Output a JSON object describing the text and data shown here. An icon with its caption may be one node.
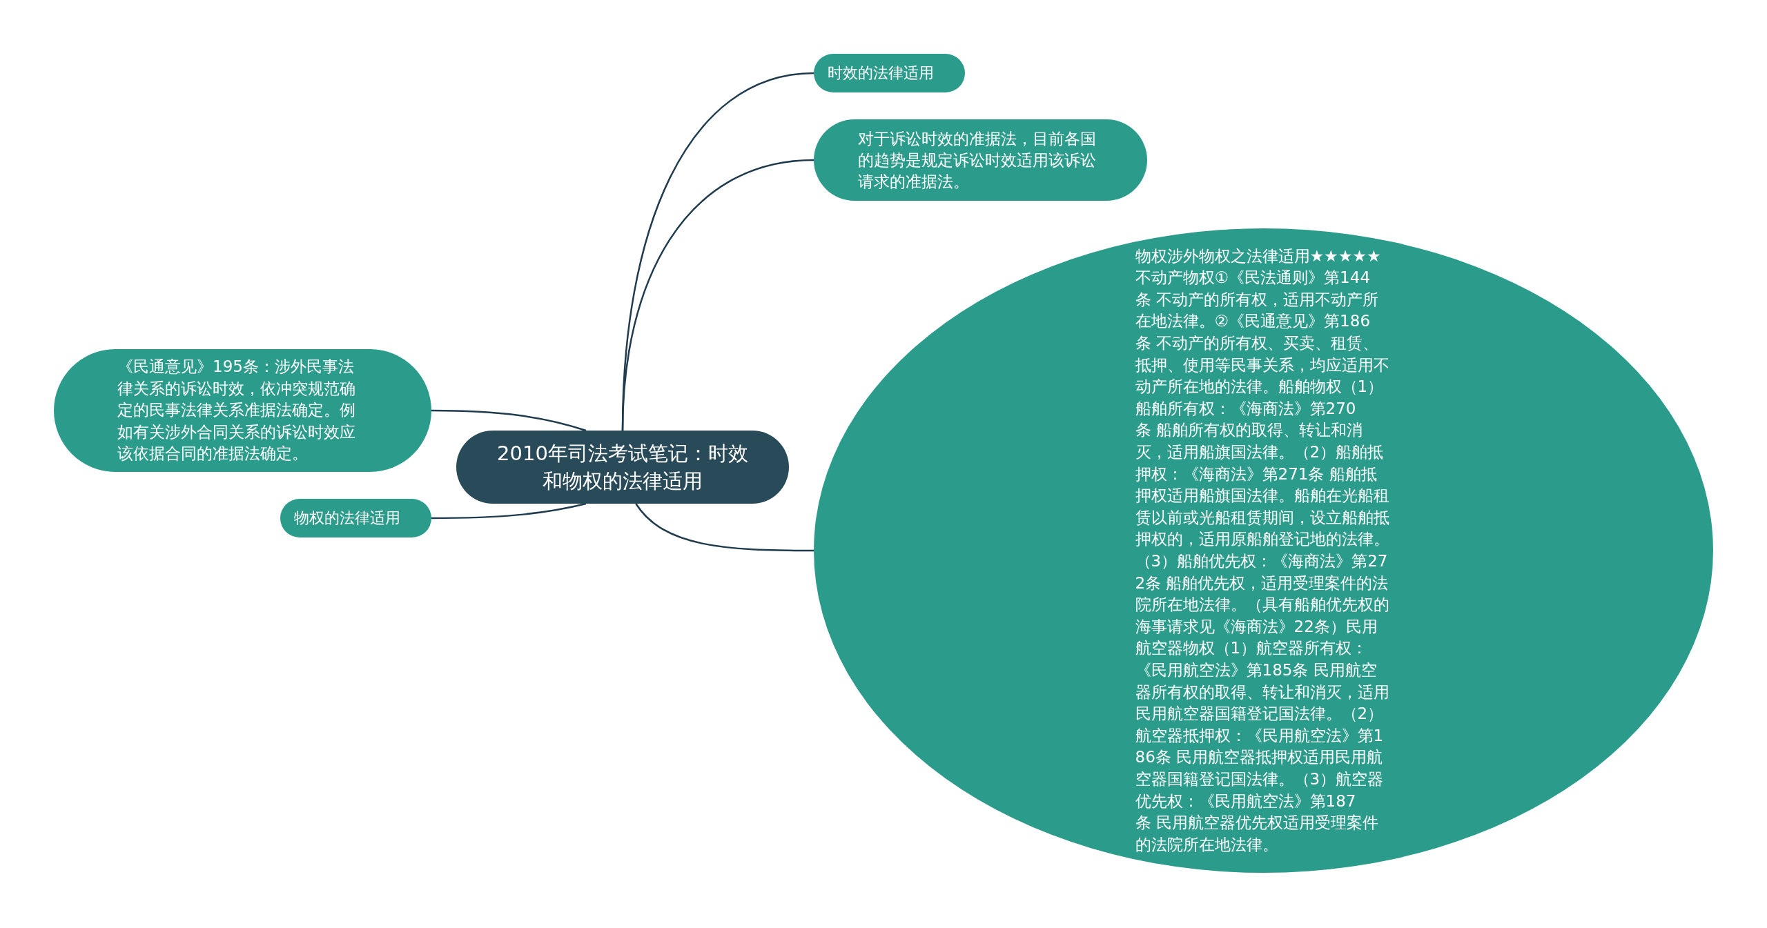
{
  "diagram": {
    "nodes": [
      {
        "text": [
          "2010年司法考试笔记：时效和物权的法律适用"
        ]
      },
      {
        "text": [
          "时效的法律适用"
        ]
      },
      {
        "text": [
          "对于诉讼时效的准据法，目前各国的趋势是规定诉讼时效适用该诉讼请求的准据法。"
        ]
      },
      {
        "text": [
          "物权涉外物权之法律适用★★★★★不动产物权①《民法通则》第144条 不动产的所有权，适用不动产所在地法律。②《民通意见》第186条 不动产的所有权、买卖、租赁、抵押、使用等民事关系，均应适用不动产所在地的法律。船舶物权（1）船舶所有权：《海商法》第270条 船舶所有权的取得、转让和消灭，适用船旗国法律。（2）船舶抵押权：《海商法》第271条 船舶抵押权适用船旗国法律。船舶在光船租赁以前或光船租赁期间，设立船舶抵押权的，适用原船舶登记地的法律。（3）船舶优先权：《海商法》第272条 船舶优先权，适用受理案件的法院所在地法律。（具有船舶优先权的海事请求见《海商法》22条）民用航空器物权（1）航空器所有权：《民用航空法》第185条 民用航空器所有权的取得、转让和消灭，适用民用航空器国籍登记国法律。（2）航空器抵押权：《民用航空法》第186条 民用航空器抵押权适用民用航空器国籍登记国法律。（3）航空器优先权：《民用航空法》第187条 民用航空器优先权适用受理案件的法院所在地法律。"
        ]
      },
      {
        "text": [
          "《民通意见》195条：涉外民事法律关系的诉讼时效，依冲突规范确定的民事法律关系准据法确定。例如有关涉外合同关系的诉讼时效应该依据合同的准据法确定。"
        ]
      },
      {
        "text": [
          "物权的法律适用"
        ]
      }
    ],
    "edges": [
      {
        "from": 0,
        "to": 1,
        "arrow": "none"
      },
      {
        "from": 0,
        "to": 2,
        "arrow": "none"
      },
      {
        "from": 0,
        "to": 3,
        "arrow": "none"
      },
      {
        "from": 0,
        "to": 4,
        "arrow": "none"
      },
      {
        "from": 0,
        "to": 5,
        "arrow": "none"
      }
    ]
  }
}
